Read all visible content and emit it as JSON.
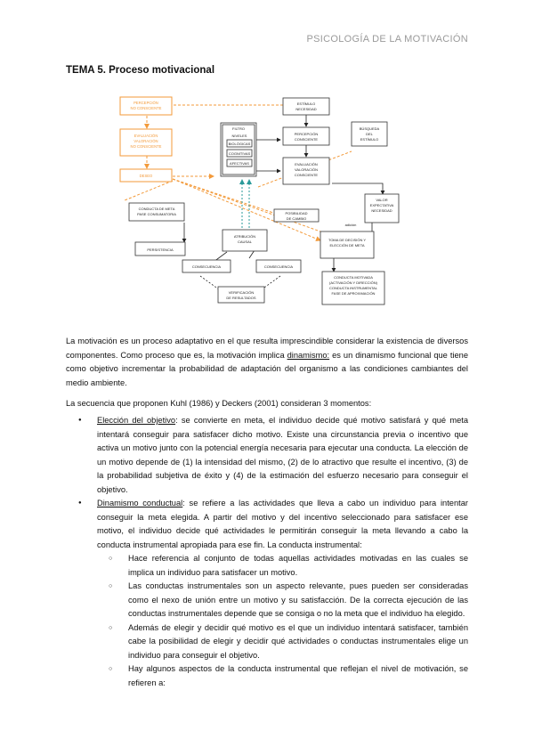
{
  "header": "PSICOLOGÍA DE LA MOTIVACIÓN",
  "title": "TEMA 5. Proceso motivacional",
  "diagram": {
    "orange_boxes": [
      "PERCEPCIÓN NO CONSCIENTE",
      "EVALUACIÓN VALORACIÓN NO CONSCIENTE",
      "DESEO"
    ],
    "filtro": {
      "label": "FILTRO",
      "items": [
        "NIVELES",
        "BIOLÓGICAS",
        "COGNITIVAS",
        "AFECTIVAS"
      ]
    },
    "boxes": {
      "estimulo": "ESTÍMULO NECESIDAD",
      "percepcion": "PERCEPCIÓN CONSCIENTE",
      "evaluacion": "EVALUACIÓN VALORACIÓN CONSCIENTE",
      "busqueda": "BÚSQUEDA DEL ESTÍMULO",
      "valor": "VALOR EXPECTATIVA NECESIDAD",
      "adicto": "adición",
      "conducta_meta": "CONDUCTA DE META PASE CONSUMATORIA",
      "posibilidad": "POSIBILIDAD DE CAMBIO",
      "atribucion": "ATRIBUCIÓN CAUSAL",
      "toma": "TOMA DE DECISIÓN Y ELECCIÓN DE META",
      "persistencia": "PERSISTENCIA",
      "consecuencia1": "CONSECUENCIA",
      "consecuencia2": "CONSECUENCIA",
      "verificacion": "VERIFICACIÓN DE RESULTADOS",
      "conducta_motivada": "CONDUCTA MOTIVADA (ACTIVACIÓN Y DIRECCIÓN) CONDUCTA INSTRUMENTAL FASE DE APROXIMACIÓN"
    }
  },
  "paragraph1": {
    "before": "La motivación es un proceso adaptativo en el que resulta imprescindible considerar la existencia de diversos componentes. Como proceso que es, la motivación implica ",
    "underlined": "dinamismo:",
    "after": " es un dinamismo funcional que tiene como objetivo incrementar la probabilidad de adaptación del organismo a las condiciones cambiantes del medio ambiente."
  },
  "paragraph2": "La secuencia que proponen Kuhl (1986) y Deckers (2001) consideran 3 momentos:",
  "bullets": [
    {
      "term": "Elección del objetivo",
      "text": ": se convierte en meta, el individuo decide qué motivo satisfará y qué meta intentará conseguir para satisfacer dicho motivo. Existe una circunstancia previa o incentivo que activa un motivo junto con la potencial energía necesaria para ejecutar una conducta. La elección de un motivo depende de (1) la intensidad del mismo, (2) de lo atractivo que resulte el incentivo, (3) de la probabilidad subjetiva de éxito y (4) de la estimación del esfuerzo necesario para conseguir el objetivo."
    },
    {
      "term": "Dinamismo conductual",
      "text": ": se refiere a las actividades que lleva a cabo un individuo para intentar conseguir la meta elegida. A partir del motivo y del incentivo seleccionado para satisfacer ese motivo, el individuo decide qué actividades le permitirán conseguir la meta llevando a cabo la conducta instrumental apropiada para ese fin. La conducta instrumental:"
    }
  ],
  "subbullets": [
    "Hace referencia al conjunto de todas aquellas actividades motivadas en las cuales se implica un individuo para satisfacer un motivo.",
    "Las conductas instrumentales son un aspecto relevante, pues pueden ser consideradas como el nexo de unión entre un motivo y su satisfacción. De la correcta ejecución de las conductas instrumentales depende que se consiga o no la meta que el individuo ha elegido.",
    "Además de elegir y decidir qué motivo es el que un individuo intentará satisfacer, también cabe la posibilidad de elegir y decidir qué actividades o conductas instrumentales elige un individuo para conseguir el objetivo.",
    "Hay algunos aspectos de la conducta instrumental que reflejan el nivel de motivación, se refieren a:"
  ],
  "colors": {
    "orange": "#f39a3a",
    "teal": "#2a9a9a",
    "header_gray": "#9a9a9a"
  }
}
